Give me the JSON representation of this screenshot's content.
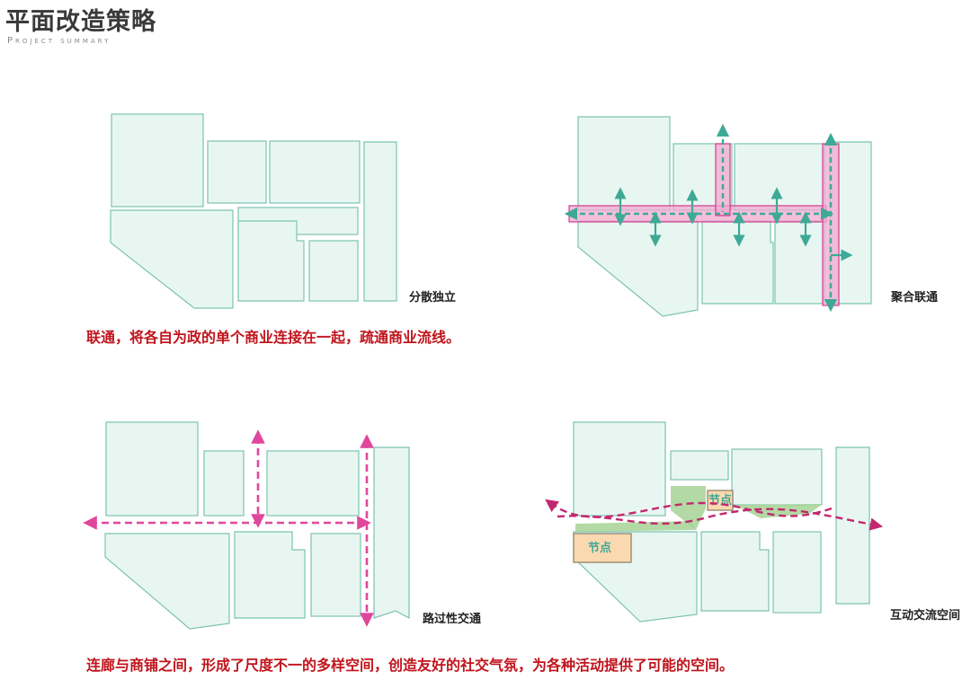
{
  "header": {
    "title": "平面改造策略",
    "subtitle": "Project summary"
  },
  "panels": {
    "p1_label": "分散独立",
    "p2_label": "聚合联通",
    "p3_label": "路过性交通",
    "p4_label": "互动交流空间"
  },
  "captions": {
    "top": "联通，将各自为政的单个商业连接在一起，疏通商业流线。",
    "bottom": "连廊与商铺之间，形成了尺度不一的多样空间，创造友好的社交气氛，为各种活动提供了可能的空间。"
  },
  "nodes": {
    "node_a": "节点",
    "node_b": "节点"
  },
  "colors": {
    "building_fill": "#e8f6f1",
    "building_stroke": "#7cc3b2",
    "corridor": "#f2a9cf",
    "teal_arrow": "#3ea996",
    "pink_arrow": "#e0479c",
    "caption_red": "#c0141c"
  }
}
